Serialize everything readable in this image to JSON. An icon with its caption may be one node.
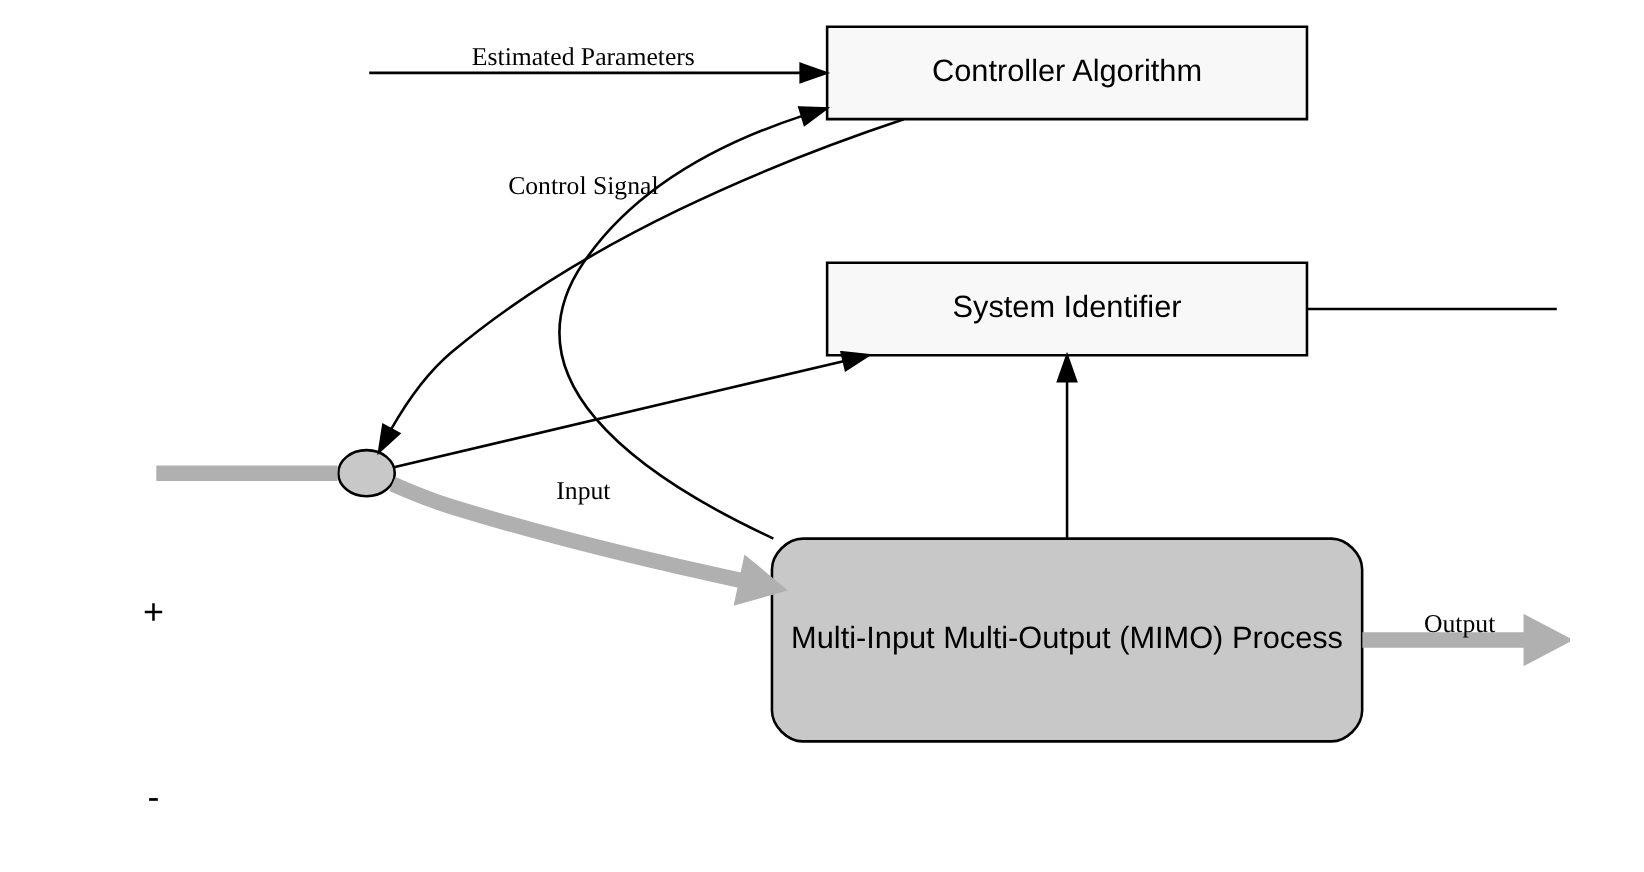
{
  "diagram": {
    "nodes": [
      {
        "text": [
          "System Identifier"
        ]
      },
      {
        "text": [
          "Multi-Input Multi-Output (MIMO) Process"
        ]
      },
      {
        "text": [
          "Controller Algorithm"
        ]
      },
      {
        "text": [],
        "shape": "circle"
      }
    ],
    "edges": [
      {
        "from": null,
        "to": 3,
        "arrow": "none",
        "style": "thick",
        "color": "#b0b0b0"
      },
      {
        "from": 3,
        "to": 1,
        "arrow": "to",
        "label": "Input",
        "style": "thick",
        "color": "#b0b0b0"
      },
      {
        "from": 1,
        "to": null,
        "arrow": "to",
        "label": "Output",
        "style": "thick",
        "color": "#b0b0b0"
      },
      {
        "from": 3,
        "to": 0,
        "arrow": "to"
      },
      {
        "from": 1,
        "to": 0,
        "arrow": "to"
      },
      {
        "from": 0,
        "to": null,
        "arrow": "none"
      },
      {
        "from": 1,
        "to": 2,
        "arrow": "to"
      },
      {
        "from": null,
        "to": 2,
        "arrow": "to",
        "label": "Estimated Parameters"
      },
      {
        "from": 2,
        "to": 3,
        "arrow": "to",
        "label": "Control Signal"
      }
    ],
    "labels": [
      "+",
      "-"
    ]
  }
}
